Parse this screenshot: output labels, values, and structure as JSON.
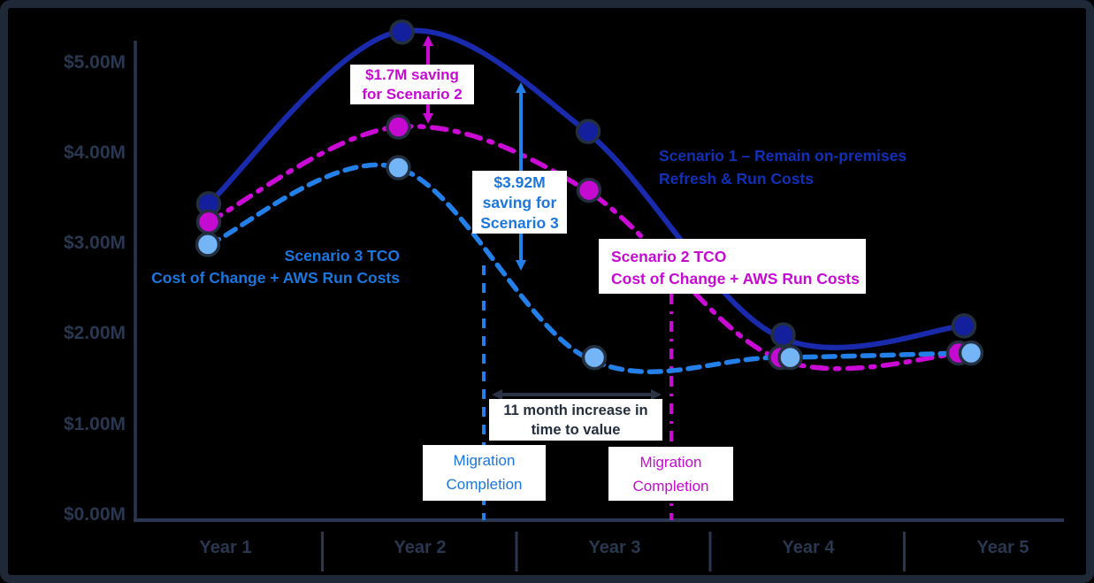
{
  "chart_data": {
    "type": "line",
    "title": "",
    "categories": [
      "Year 1",
      "Year 2",
      "Year 3",
      "Year 4",
      "Year 5"
    ],
    "y_tick_labels": [
      "$5.00M",
      "$4.00M",
      "$3.00M",
      "$2.00M",
      "$1.00M",
      "$0.00M"
    ],
    "ylim": [
      0,
      5.5
    ],
    "y_unit": "$M",
    "grid": false,
    "legend_position": "labels-on-chart",
    "axis_color": "#293750",
    "marker_outline": "#232F3E",
    "series": [
      {
        "name": "Scenario 1 – Remain on-premises Refresh & Run Costs",
        "label_line1": "Scenario 1 – Remain on-premises",
        "label_line2": "Refresh & Run Costs",
        "values": [
          3.45,
          5.35,
          4.25,
          2.0,
          2.1
        ],
        "style": "solid",
        "line_color": "#1A2AAC",
        "marker_color": "#131F9C",
        "text_color": "#1130B8"
      },
      {
        "name": "Scenario 2 TCO Cost of Change + AWS Run Costs",
        "label_line1": "Scenario 2 TCO",
        "label_line2": "Cost of Change + AWS Run Costs",
        "values": [
          3.25,
          4.3,
          3.6,
          1.75,
          1.8
        ],
        "style": "dashdot",
        "line_color": "#CC0AD6",
        "marker_color": "#C50AD2",
        "text_color": "#C50AD2"
      },
      {
        "name": "Scenario 3 TCO Cost of Change + AWS Run Costs",
        "label_line1": "Scenario 3 TCO",
        "label_line2": "Cost of Change + AWS Run Costs",
        "values": [
          3.0,
          3.85,
          1.75,
          1.75,
          1.8
        ],
        "style": "dashed",
        "line_color": "#2380E8",
        "marker_color": "#74B5F8",
        "text_color": "#1B76DE"
      }
    ],
    "annotations": {
      "saving_scenario2": {
        "line1": "$1.7M saving",
        "line2": "for Scenario 2",
        "color": "#C50AD2"
      },
      "saving_scenario3": {
        "line1": "$3.92M",
        "line2": "saving for",
        "line3": "Scenario 3",
        "color": "#1B76DE"
      },
      "time_to_value": {
        "line1": "11 month increase in",
        "line2": "time to value",
        "color": "#232F3E"
      },
      "migration_completion_scenario3": {
        "line1": "Migration",
        "line2": "Completion",
        "color": "#1B76DE",
        "position": "late Year 2"
      },
      "migration_completion_scenario2": {
        "line1": "Migration",
        "line2": "Completion",
        "color": "#C50AD2",
        "position": "late Year 3"
      }
    }
  }
}
